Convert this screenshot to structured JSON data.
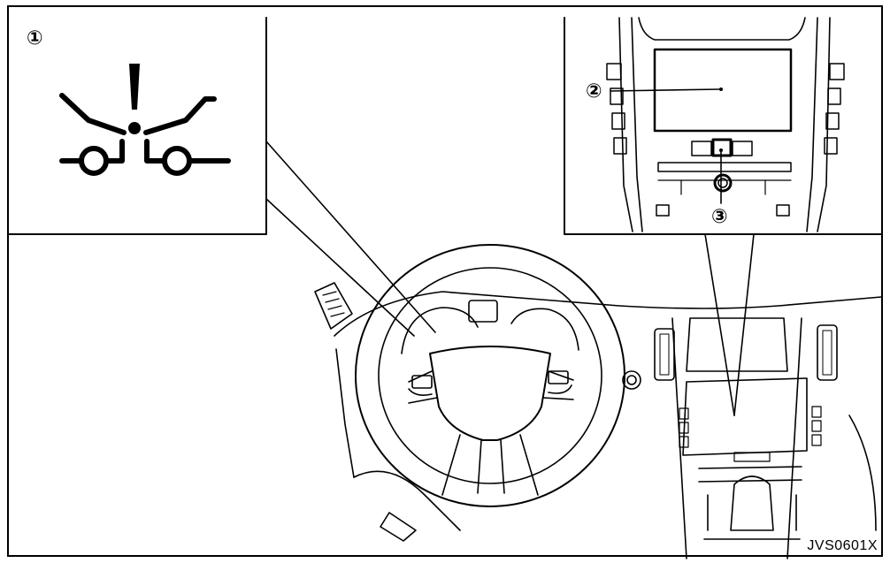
{
  "figure": {
    "code": "JVS0601X",
    "line_color": "#000000",
    "background": "#ffffff"
  },
  "callouts": [
    {
      "num": "1",
      "glyph": "①",
      "target": "warning-light-icon"
    },
    {
      "num": "2",
      "glyph": "②",
      "target": "display-screen"
    },
    {
      "num": "3",
      "glyph": "③",
      "target": "screen-control-button"
    }
  ],
  "icons": {
    "warning": "distance-control-warning-icon"
  }
}
